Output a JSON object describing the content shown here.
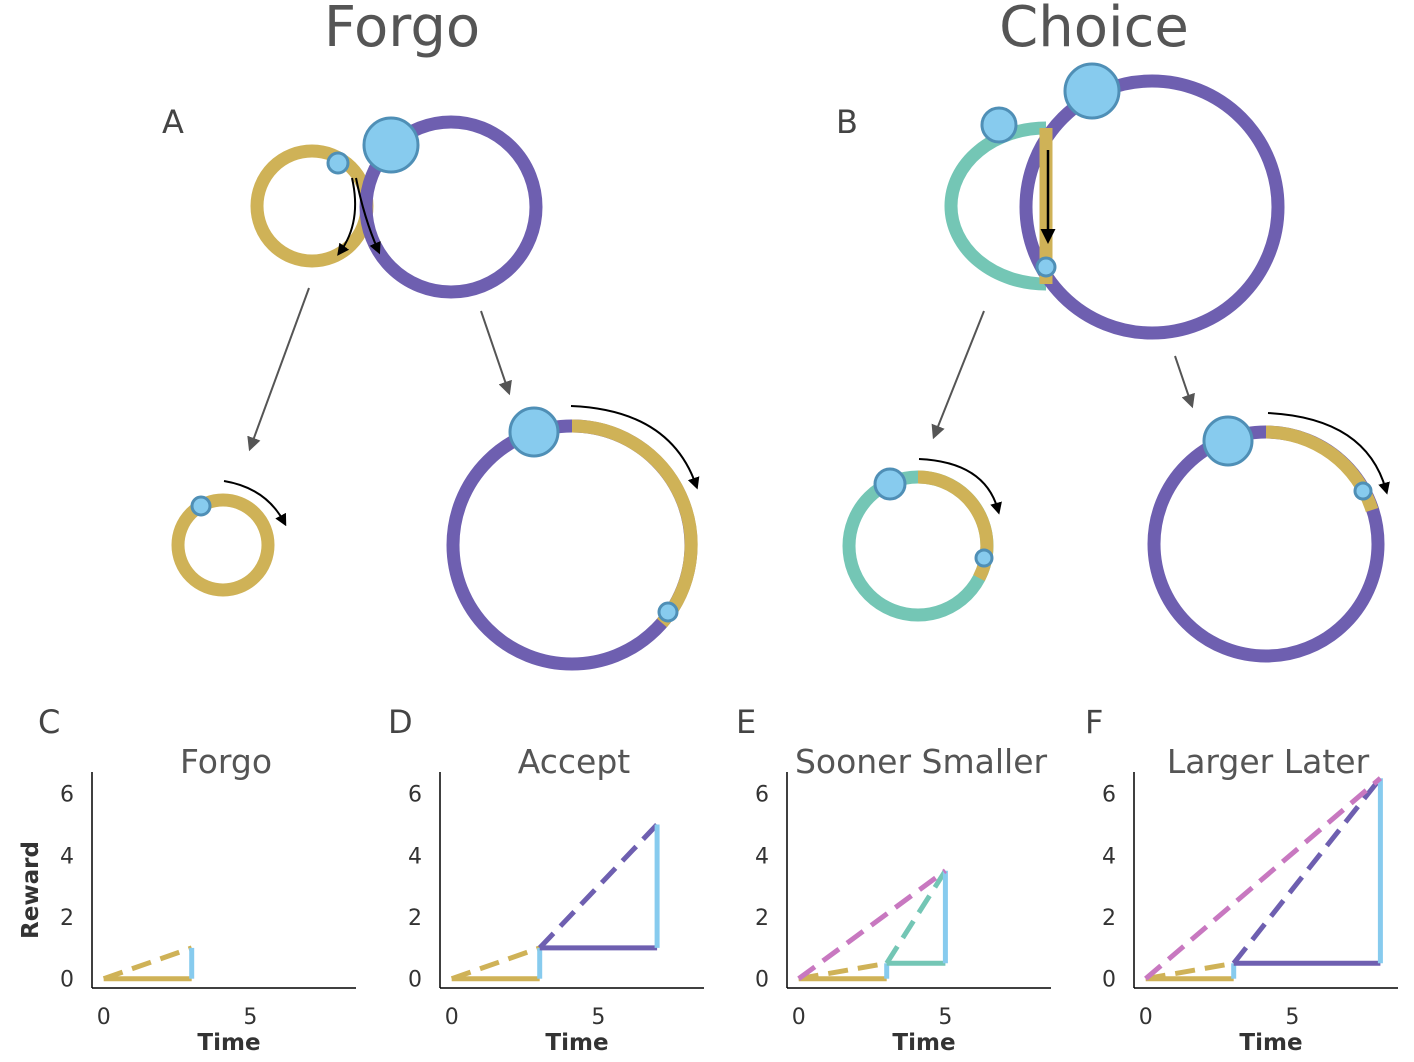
{
  "headings": {
    "left": "Forgo",
    "right": "Choice"
  },
  "panels": {
    "A": "A",
    "B": "B",
    "C": "C",
    "D": "D",
    "E": "E",
    "F": "F"
  },
  "colors": {
    "gold": "#cfb257",
    "purple": "#6e5fb0",
    "teal": "#74c6b5",
    "blue": "#87cbee",
    "pink": "#c878c0",
    "agent_stroke": "#4f8fb6",
    "arrow": "#555555"
  },
  "chart_data": [
    {
      "type": "line",
      "panel": "C",
      "title": "Forgo",
      "xlabel": "Time",
      "ylabel": "Reward",
      "xticks": [
        0,
        5
      ],
      "yticks": [
        0,
        2,
        4,
        6
      ],
      "xlim": [
        -0.4,
        8.6
      ],
      "ylim": [
        -0.3,
        6.7
      ],
      "series": [
        {
          "color": "gold",
          "style": "solid",
          "x": [
            0,
            3
          ],
          "y": [
            0,
            0
          ]
        },
        {
          "color": "gold",
          "style": "dashed",
          "x": [
            0,
            3
          ],
          "y": [
            0,
            1
          ]
        },
        {
          "color": "blue",
          "style": "solid",
          "x": [
            3,
            3
          ],
          "y": [
            0,
            1
          ]
        }
      ]
    },
    {
      "type": "line",
      "panel": "D",
      "title": "Accept",
      "xlabel": "Time",
      "ylabel": "",
      "xticks": [
        0,
        5
      ],
      "yticks": [
        0,
        2,
        4,
        6
      ],
      "xlim": [
        -0.4,
        8.6
      ],
      "ylim": [
        -0.3,
        6.7
      ],
      "series": [
        {
          "color": "gold",
          "style": "solid",
          "x": [
            0,
            3
          ],
          "y": [
            0,
            0
          ]
        },
        {
          "color": "gold",
          "style": "dashed",
          "x": [
            0,
            3
          ],
          "y": [
            0,
            1
          ]
        },
        {
          "color": "blue",
          "style": "solid",
          "x": [
            3,
            3
          ],
          "y": [
            0,
            1
          ]
        },
        {
          "color": "purple",
          "style": "solid",
          "x": [
            3,
            7
          ],
          "y": [
            1,
            1
          ]
        },
        {
          "color": "purple",
          "style": "dashed",
          "x": [
            3,
            7
          ],
          "y": [
            1,
            5
          ]
        },
        {
          "color": "blue",
          "style": "solid",
          "x": [
            7,
            7
          ],
          "y": [
            1,
            5
          ]
        }
      ]
    },
    {
      "type": "line",
      "panel": "E",
      "title": "Sooner Smaller",
      "xlabel": "Time",
      "ylabel": "",
      "xticks": [
        0,
        5
      ],
      "yticks": [
        0,
        2,
        4,
        6
      ],
      "xlim": [
        -0.4,
        8.6
      ],
      "ylim": [
        -0.3,
        6.7
      ],
      "series": [
        {
          "color": "gold",
          "style": "solid",
          "x": [
            0,
            3
          ],
          "y": [
            0,
            0
          ]
        },
        {
          "color": "gold",
          "style": "dashed",
          "x": [
            0,
            3
          ],
          "y": [
            0,
            0.5
          ]
        },
        {
          "color": "blue",
          "style": "solid",
          "x": [
            3,
            3
          ],
          "y": [
            0,
            0.5
          ]
        },
        {
          "color": "teal",
          "style": "solid",
          "x": [
            3,
            5
          ],
          "y": [
            0.5,
            0.5
          ]
        },
        {
          "color": "teal",
          "style": "dashed",
          "x": [
            3,
            5
          ],
          "y": [
            0.5,
            3.5
          ]
        },
        {
          "color": "blue",
          "style": "solid",
          "x": [
            5,
            5
          ],
          "y": [
            0.5,
            3.5
          ]
        },
        {
          "color": "pink",
          "style": "dashed",
          "x": [
            0,
            5
          ],
          "y": [
            0,
            3.5
          ]
        }
      ]
    },
    {
      "type": "line",
      "panel": "F",
      "title": "Larger Later",
      "xlabel": "Time",
      "ylabel": "",
      "xticks": [
        0,
        5
      ],
      "yticks": [
        0,
        2,
        4,
        6
      ],
      "xlim": [
        -0.4,
        8.6
      ],
      "ylim": [
        -0.3,
        6.7
      ],
      "series": [
        {
          "color": "gold",
          "style": "solid",
          "x": [
            0,
            3
          ],
          "y": [
            0,
            0
          ]
        },
        {
          "color": "gold",
          "style": "dashed",
          "x": [
            0,
            3
          ],
          "y": [
            0,
            0.5
          ]
        },
        {
          "color": "blue",
          "style": "solid",
          "x": [
            3,
            3
          ],
          "y": [
            0,
            0.5
          ]
        },
        {
          "color": "purple",
          "style": "solid",
          "x": [
            3,
            8
          ],
          "y": [
            0.5,
            0.5
          ]
        },
        {
          "color": "purple",
          "style": "dashed",
          "x": [
            3,
            8
          ],
          "y": [
            0.5,
            6.5
          ]
        },
        {
          "color": "blue",
          "style": "solid",
          "x": [
            8,
            8
          ],
          "y": [
            0.5,
            6.5
          ]
        },
        {
          "color": "pink",
          "style": "dashed",
          "x": [
            0,
            8
          ],
          "y": [
            0,
            6.5
          ]
        }
      ]
    }
  ]
}
